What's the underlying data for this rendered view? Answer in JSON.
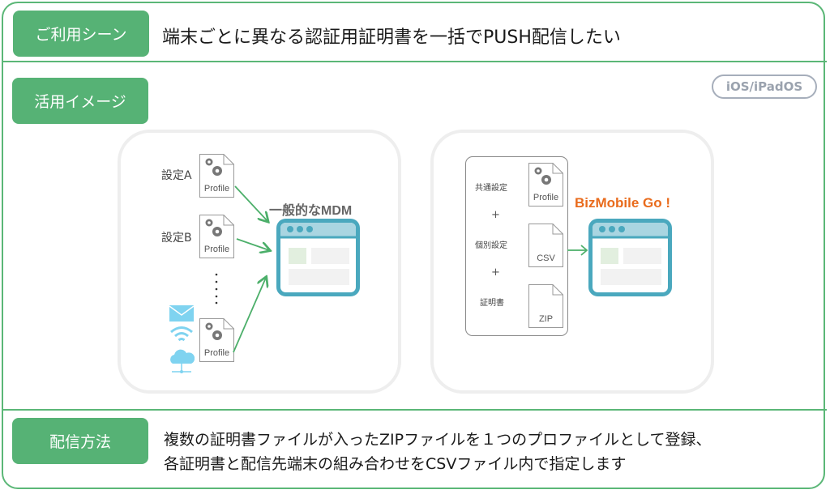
{
  "scene": {
    "label": "ご利用シーン",
    "text": "端末ごとに異なる認証用証明書を一括でPUSH配信したい"
  },
  "image": {
    "label": "活用イメージ",
    "os_badge": "iOS/iPadOS",
    "left_panel": {
      "title": "一般的なMDM",
      "rows": [
        {
          "label": "設定A",
          "file": "Profile",
          "icon": "gears-icon"
        },
        {
          "label": "設定B",
          "file": "Profile",
          "icon": "gears-icon"
        },
        {
          "label": "",
          "file": "Profile",
          "icon": "gears-icon"
        }
      ],
      "ellipsis": "⋮",
      "side_icons": [
        "mail-icon",
        "wifi-icon",
        "cloud-network-icon"
      ]
    },
    "right_panel": {
      "title": "BizMobile Go !",
      "items": [
        {
          "label": "共通設定",
          "file": "Profile"
        },
        {
          "label": "個別設定",
          "file": "CSV"
        },
        {
          "label": "証明書",
          "file": "ZIP"
        }
      ],
      "plus": "+"
    }
  },
  "method": {
    "label": "配信方法",
    "lines": [
      "複数の証明書ファイルが入ったZIPファイルを１つのプロファイルとして登録、",
      "各証明書と配信先端末の組み合わせをCSVファイル内で指定します"
    ]
  },
  "colors": {
    "accent_green": "#56b275",
    "border_green": "#5bb777",
    "browser_teal": "#4aa8be",
    "biz_orange": "#e96b1c",
    "arrow_green": "#4caf6a",
    "icon_lightblue": "#7fd3f0"
  }
}
